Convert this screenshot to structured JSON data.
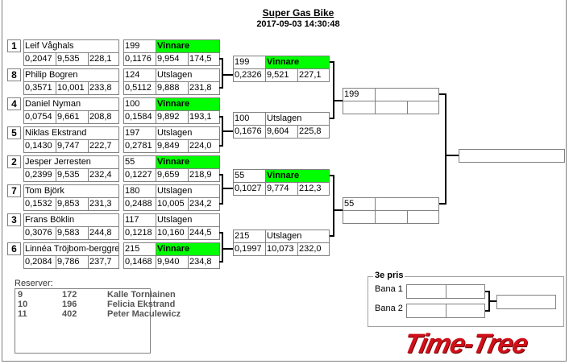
{
  "header": {
    "title": "Super Gas Bike",
    "datetime": "2017-09-03 14:30:48"
  },
  "round1": [
    {
      "seed": "1",
      "name": "Leif Våghals",
      "q": [
        "0,2047",
        "9,535",
        "228,1"
      ],
      "nr": "199",
      "status": "Vinnare",
      "r": [
        "0,1176",
        "9,954",
        "174,5"
      ]
    },
    {
      "seed": "8",
      "name": "Philip Bogren",
      "q": [
        "0,3571",
        "10,001",
        "233,8"
      ],
      "nr": "124",
      "status": "Utslagen",
      "r": [
        "0,5112",
        "9,888",
        "231,8"
      ]
    },
    {
      "seed": "4",
      "name": "Daniel Nyman",
      "q": [
        "0,0754",
        "9,661",
        "208,8"
      ],
      "nr": "100",
      "status": "Vinnare",
      "r": [
        "0,1584",
        "9,892",
        "193,1"
      ]
    },
    {
      "seed": "5",
      "name": "Niklas Ekstrand",
      "q": [
        "0,1430",
        "9,747",
        "222,7"
      ],
      "nr": "197",
      "status": "Utslagen",
      "r": [
        "0,2781",
        "9,849",
        "224,0"
      ]
    },
    {
      "seed": "2",
      "name": "Jesper Jerresten",
      "q": [
        "0,2399",
        "9,535",
        "232,4"
      ],
      "nr": "55",
      "status": "Vinnare",
      "r": [
        "0,1227",
        "9,659",
        "218,9"
      ]
    },
    {
      "seed": "7",
      "name": "Tom Björk",
      "q": [
        "0,1532",
        "9,853",
        "231,3"
      ],
      "nr": "180",
      "status": "Utslagen",
      "r": [
        "0,2488",
        "10,005",
        "234,2"
      ]
    },
    {
      "seed": "3",
      "name": "Frans Böklin",
      "q": [
        "0,3076",
        "9,583",
        "244,8"
      ],
      "nr": "117",
      "status": "Utslagen",
      "r": [
        "0,1218",
        "10,160",
        "244,5"
      ]
    },
    {
      "seed": "6",
      "name": "Linnéa Tröjbom-berggren",
      "q": [
        "0,2084",
        "9,786",
        "237,7"
      ],
      "nr": "215",
      "status": "Vinnare",
      "r": [
        "0,1468",
        "9,940",
        "234,8"
      ]
    }
  ],
  "round2": [
    {
      "nr": "199",
      "status": "Vinnare",
      "r": [
        "0,2326",
        "9,521",
        "227,1"
      ]
    },
    {
      "nr": "100",
      "status": "Utslagen",
      "r": [
        "0,1676",
        "9,604",
        "225,8"
      ]
    },
    {
      "nr": "55",
      "status": "Vinnare",
      "r": [
        "0,1027",
        "9,774",
        "212,3"
      ]
    },
    {
      "nr": "215",
      "status": "Utslagen",
      "r": [
        "0,1997",
        "10,073",
        "232,0"
      ]
    }
  ],
  "round3": [
    {
      "nr": "199",
      "status": "",
      "r": [
        "",
        "",
        ""
      ]
    },
    {
      "nr": "55",
      "status": "",
      "r": [
        "",
        "",
        ""
      ]
    }
  ],
  "final": {
    "winner": ""
  },
  "reserves": {
    "label": "Reserver:",
    "rows": [
      {
        "pos": "9",
        "nr": "172",
        "name": "Kalle Torniainen"
      },
      {
        "pos": "10",
        "nr": "196",
        "name": "Felicia Ekstrand"
      },
      {
        "pos": "11",
        "nr": "402",
        "name": "Peter Maculewicz"
      }
    ]
  },
  "third_place": {
    "label": "3e pris",
    "lanes": [
      {
        "label": "Bana 1",
        "a": "",
        "b": ""
      },
      {
        "label": "Bana 2",
        "a": "",
        "b": ""
      }
    ],
    "winner": ""
  },
  "logo": {
    "text": "Time-Tree"
  },
  "colors": {
    "winner": "#00ff00",
    "logo": "#d0101a"
  }
}
